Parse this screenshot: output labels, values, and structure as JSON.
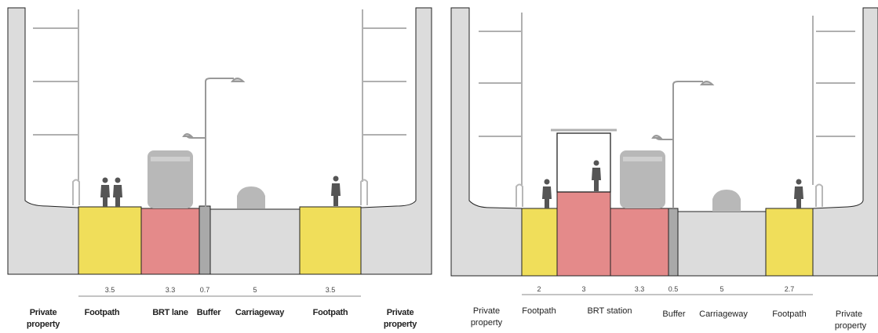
{
  "left": {
    "dimensions": [
      "3.5",
      "3.3",
      "0.7",
      "5",
      "3.5"
    ],
    "labels": {
      "private_left_1": "Private",
      "private_left_2": "property",
      "footpath_left": "Footpath",
      "brt": "BRT lane",
      "buffer": "Buffer",
      "carriageway": "Carriageway",
      "footpath_right": "Footpath",
      "private_right_1": "Private",
      "private_right_2": "property"
    }
  },
  "right": {
    "dimensions": [
      "2",
      "3",
      "3.3",
      "0.5",
      "5",
      "2.7"
    ],
    "labels": {
      "private_left_1": "Private",
      "private_left_2": "property",
      "footpath_left": "Footpath",
      "brt": "BRT station",
      "buffer": "Buffer",
      "carriageway": "Carriageway",
      "footpath_right": "Footpath",
      "private_right_1": "Private",
      "private_right_2": "property"
    }
  },
  "colors": {
    "footpath": "#f0de5a",
    "brt": "#e48a8a",
    "buffer": "#a9a9a9",
    "ground": "#dcdcdc",
    "ghost": "#b8b8b8"
  }
}
